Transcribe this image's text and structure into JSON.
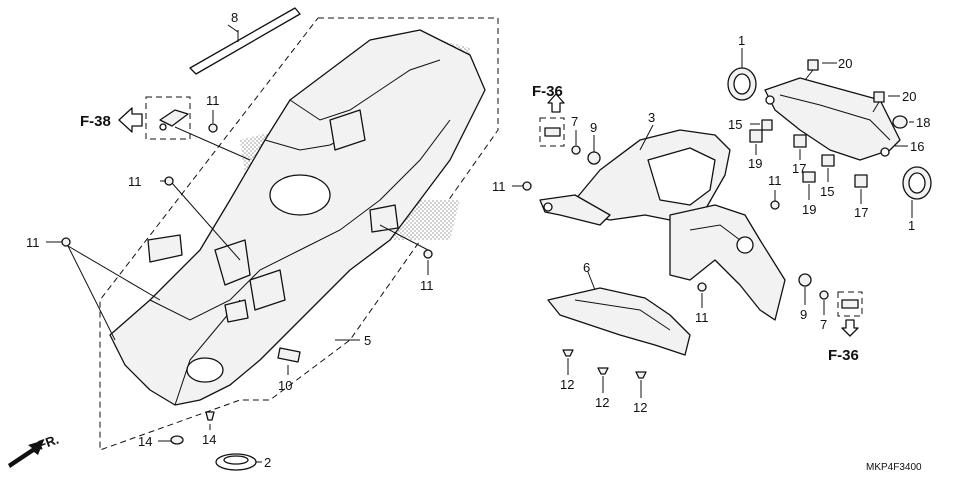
{
  "diagram": {
    "code": "MKP4F3400",
    "direction_label": "FR.",
    "refs": {
      "f38": "F-38",
      "f36_left": "F-36",
      "f36_right": "F-36"
    },
    "callouts": {
      "c1a": "1",
      "c1b": "1",
      "c2": "2",
      "c3": "3",
      "c5": "5",
      "c6": "6",
      "c7a": "7",
      "c7b": "7",
      "c8": "8",
      "c9a": "9",
      "c9b": "9",
      "c10": "10",
      "c11a": "11",
      "c11b": "11",
      "c11c": "11",
      "c11d": "11",
      "c11e": "11",
      "c11f": "11",
      "c11g": "11",
      "c12a": "12",
      "c12b": "12",
      "c12c": "12",
      "c14a": "14",
      "c14b": "14",
      "c15a": "15",
      "c15b": "15",
      "c16": "16",
      "c17a": "17",
      "c17b": "17",
      "c18": "18",
      "c19a": "19",
      "c19b": "19",
      "c20a": "20",
      "c20b": "20"
    }
  }
}
